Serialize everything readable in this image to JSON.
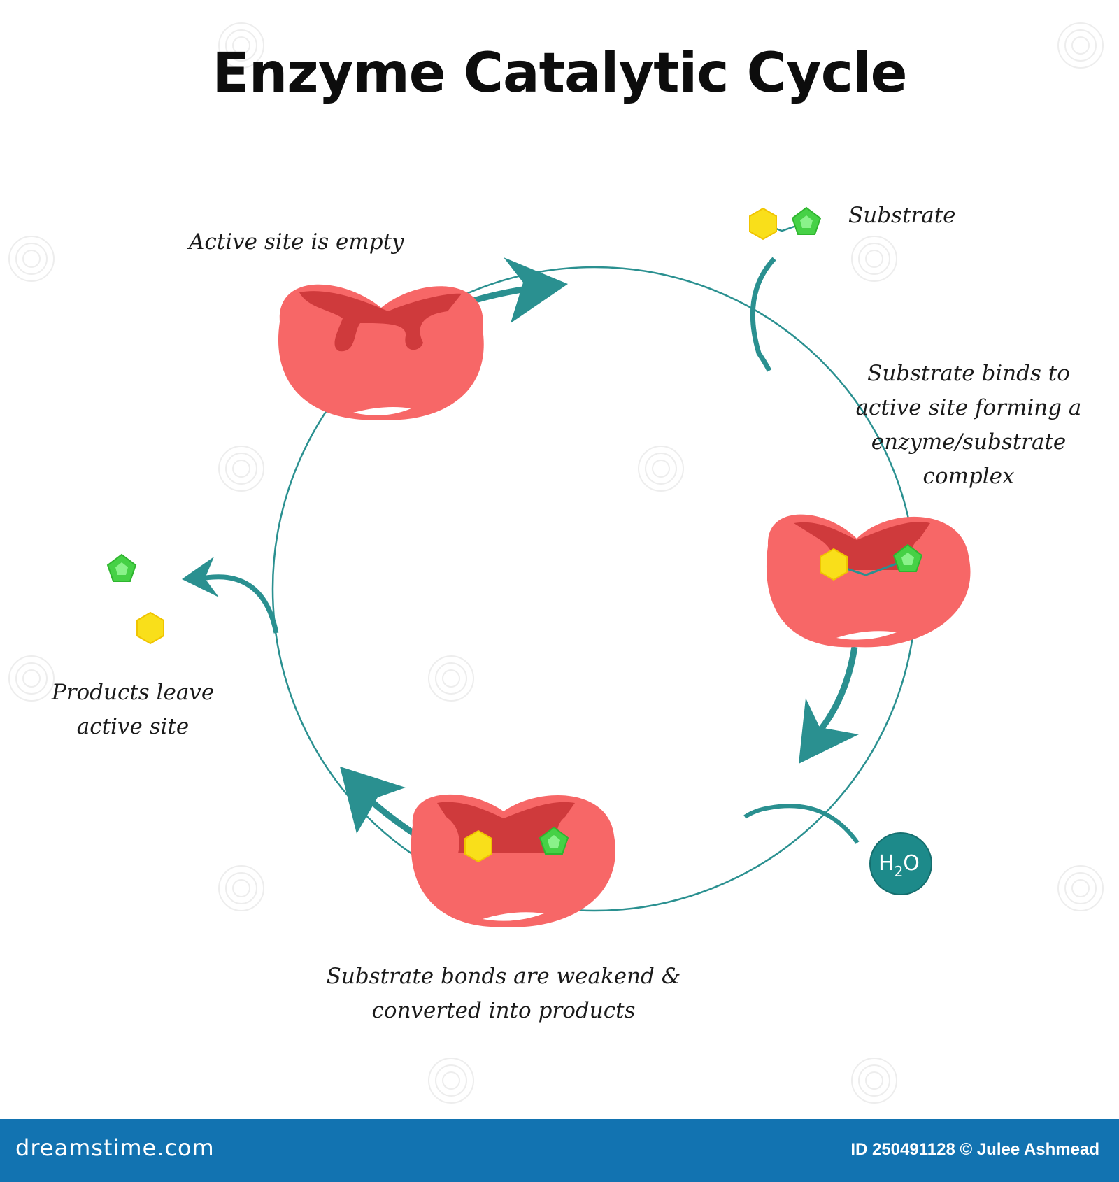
{
  "title": "Enzyme Catalytic Cycle",
  "labels": {
    "active_site_empty": "Active site is empty",
    "substrate": "Substrate",
    "substrate_binds_lines": [
      "Substrate binds to",
      "active site forming a",
      "enzyme/substrate",
      "complex"
    ],
    "bonds_weakened_lines": [
      "Substrate bonds are weakend &",
      "converted into products"
    ],
    "products_leave_lines": [
      "Products leave",
      "active site"
    ],
    "water": "H",
    "water_subscript": "2",
    "water_suffix": "O"
  },
  "colors": {
    "enzyme": "#f76767",
    "active_site": "#cf3a3c",
    "arrow": "#2a9090",
    "substrate_hexagon": "#f9df1a",
    "substrate_pentagon": "#46d146",
    "water_molecule": "#1d8a8a",
    "footer": "#1273b1"
  },
  "footer": {
    "logo": "dreamstime.com",
    "credit": "ID 250491128 © Julee Ashmead"
  }
}
